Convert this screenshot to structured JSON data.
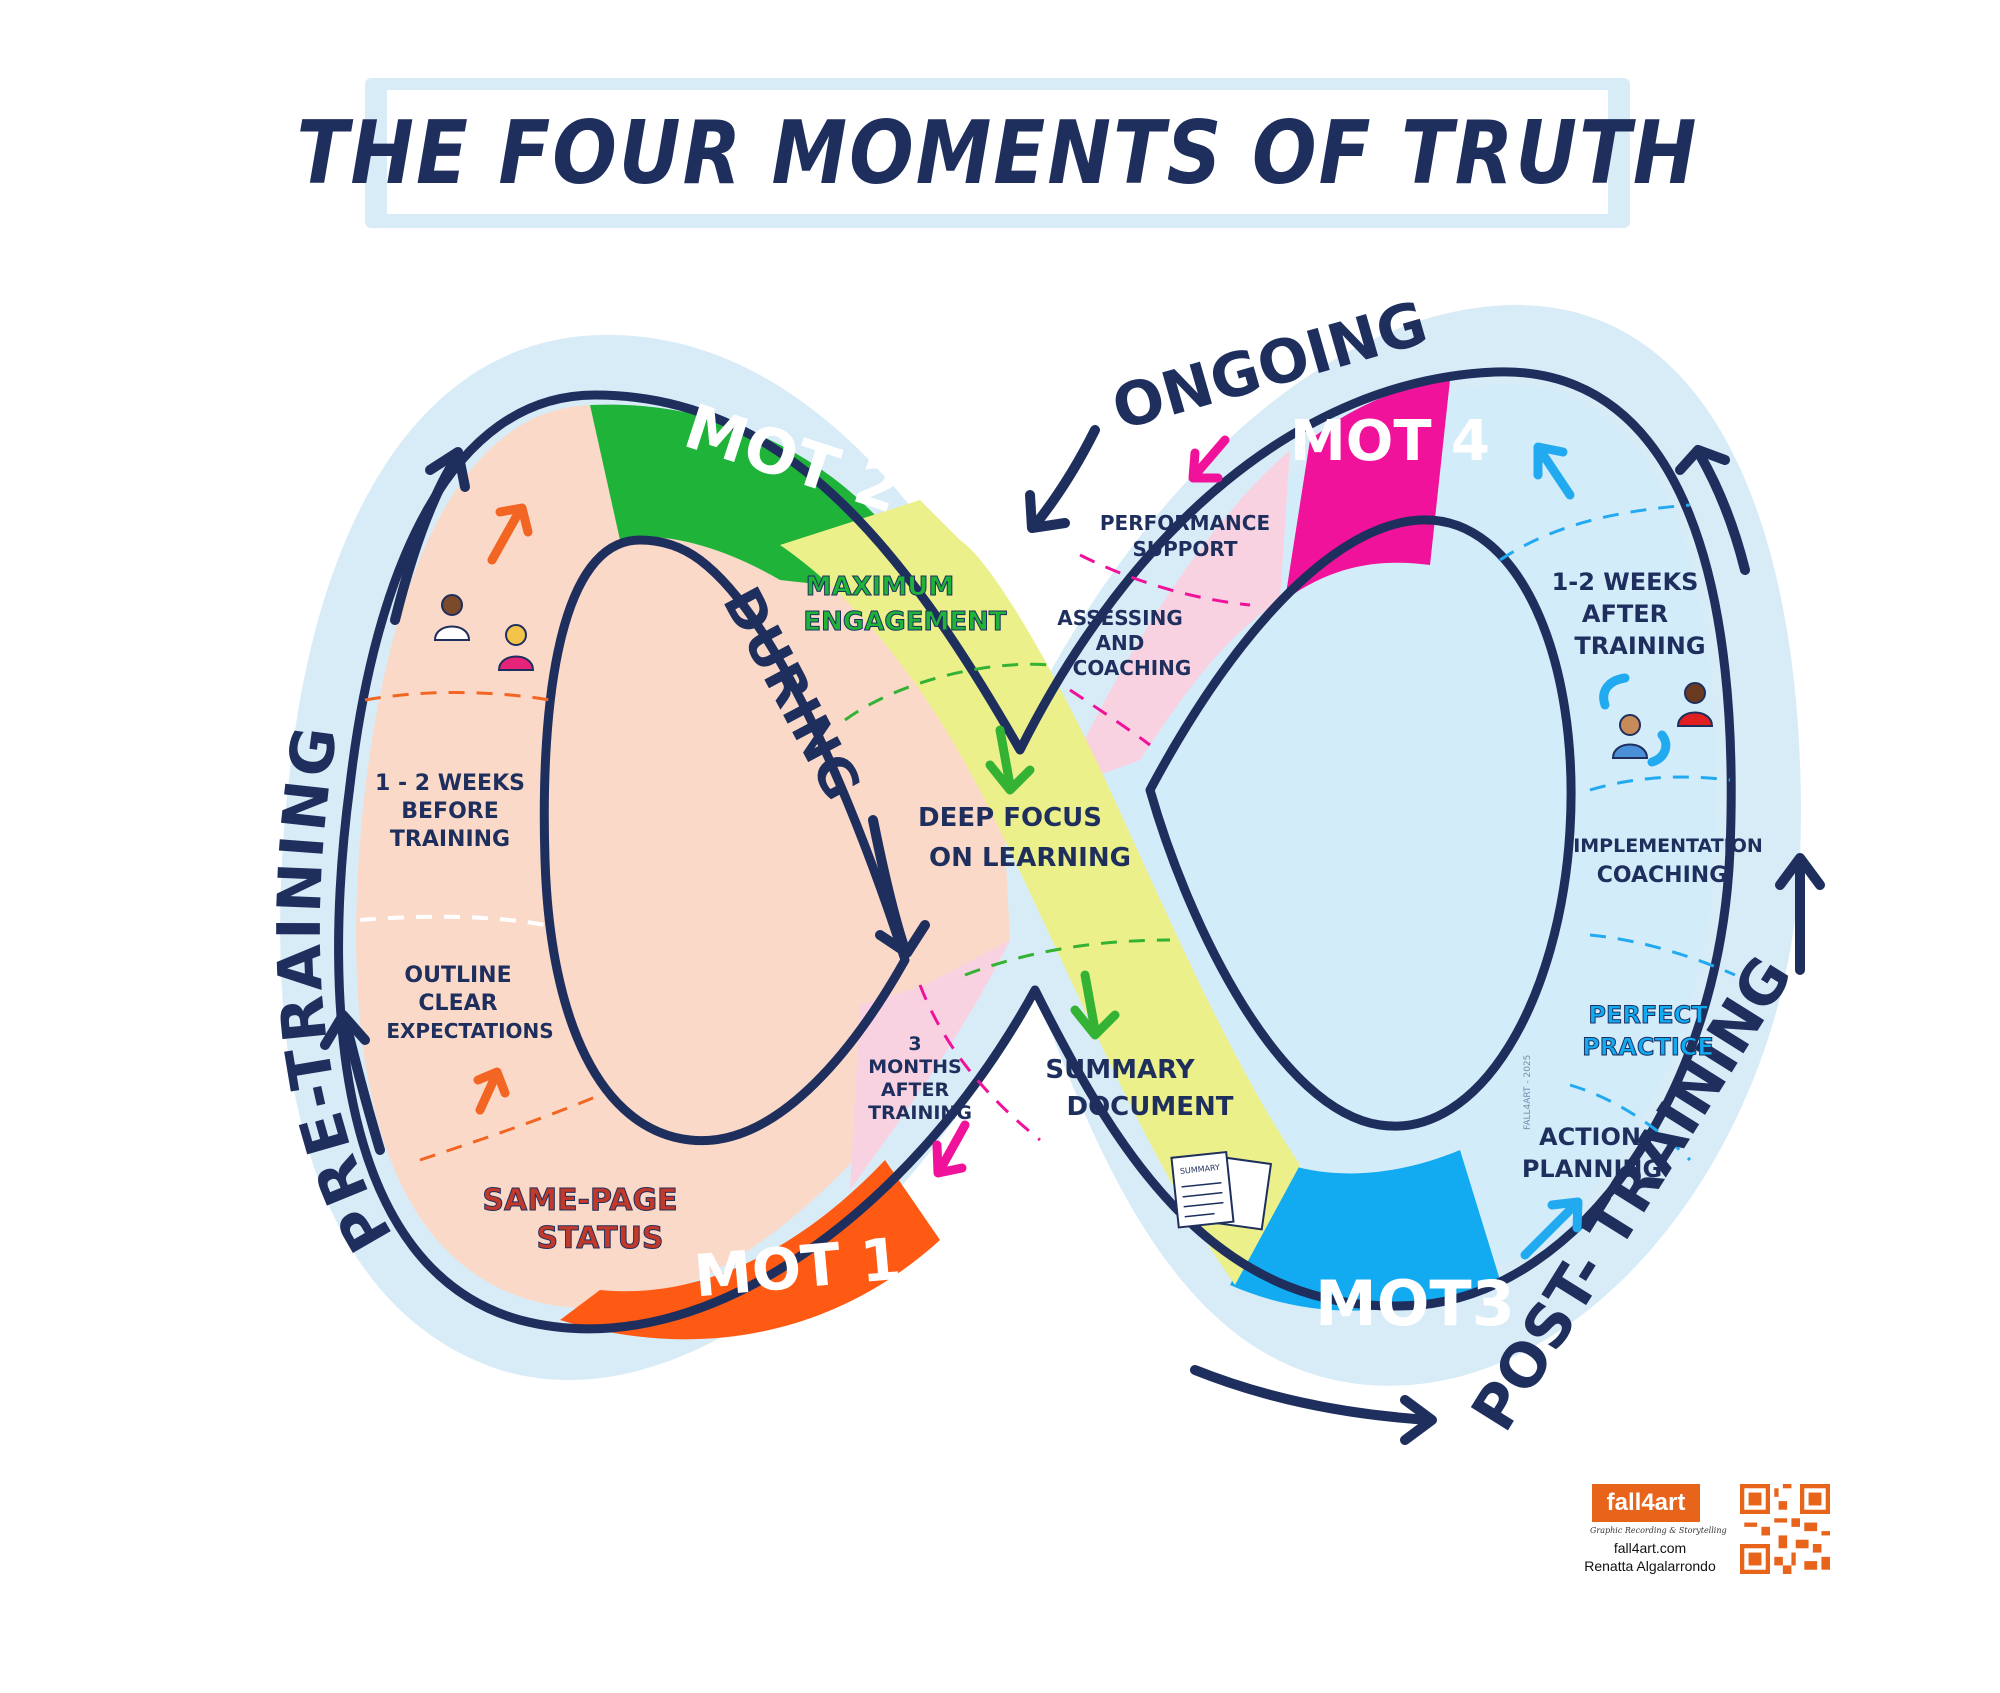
{
  "title": "THE FOUR MOMENTS OF TRUTH",
  "phases": {
    "pre_training": "PRE-TRAINING",
    "during": "DURING",
    "ongoing": "ONGOING",
    "post_training": "POST- TRAINING"
  },
  "moments": {
    "mot1": "MOT 1",
    "mot2": "MOT 2",
    "mot3": "MOT3",
    "mot4": "MOT 4"
  },
  "left_loop": {
    "timing_line1": "1 - 2 WEEKS",
    "timing_line2": "BEFORE",
    "timing_line3": "TRAINING",
    "expect_line1": "OUTLINE",
    "expect_line2": "CLEAR",
    "expect_line3": "EXPECTATIONS",
    "status_line1": "SAME-PAGE",
    "status_line2": "STATUS"
  },
  "center": {
    "engage_line1": "MAXIMUM",
    "engage_line2": "ENGAGEMENT",
    "focus_line1": "DEEP FOCUS",
    "focus_line2": "ON LEARNING",
    "summary_line1": "SUMMARY",
    "summary_line2": "DOCUMENT",
    "summary_icon_label": "SUMMARY"
  },
  "right_loop": {
    "perf_line1": "PERFORMANCE",
    "perf_line2": "SUPPORT",
    "assess_line1": "ASSESSING",
    "assess_line2": "AND",
    "assess_line3": "COACHING",
    "after_line1": "1-2 WEEKS",
    "after_line2": "AFTER",
    "after_line3": "TRAINING",
    "impl_line1": "IMPLEMENTATION",
    "impl_line2": "COACHING",
    "practice_line1": "PERFECT",
    "practice_line2": "PRACTICE",
    "action_line1": "ACTION",
    "action_line2": "PLANNING"
  },
  "months": {
    "line1": "3",
    "line2": "MONTHS",
    "line3": "AFTER",
    "line4": "TRAINING"
  },
  "credit": {
    "logo": "fall4art",
    "tagline": "Graphic Recording & Storytelling",
    "site": "fall4art.com",
    "name": "Renatta Algalarrondo",
    "signature": "FALL4ART - 2025"
  },
  "colors": {
    "outline": "#1e2f5e",
    "halo": "#d8ecf8",
    "peach": "#fbd9c8",
    "yellow": "#ecf08a",
    "pink": "#f9d2e2",
    "lightblue": "#d3ecfa",
    "mot1": "#ff5a14",
    "mot2": "#1fb33a",
    "mot3": "#12aaf0",
    "mot4": "#f0129a",
    "orange_arrow": "#f26522",
    "green_arrow": "#34b233",
    "pink_arrow": "#f0129a",
    "blue_arrow": "#22aaf0"
  }
}
